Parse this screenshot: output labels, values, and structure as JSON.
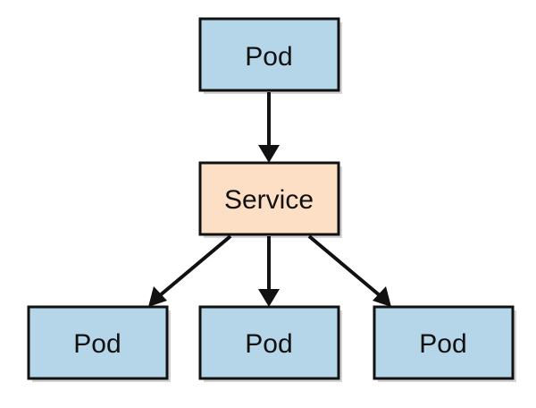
{
  "diagram": {
    "top_node": {
      "label": "Pod"
    },
    "middle_node": {
      "label": "Service"
    },
    "bottom_nodes": [
      {
        "label": "Pod"
      },
      {
        "label": "Pod"
      },
      {
        "label": "Pod"
      }
    ]
  },
  "colors": {
    "pod_fill": "#b5d6e9",
    "service_fill": "#fddfc6",
    "stroke": "#111111",
    "shadow": "#d4d4d4"
  }
}
